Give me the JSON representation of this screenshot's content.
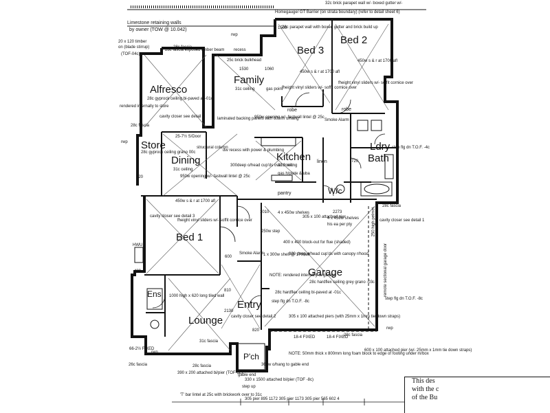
{
  "rooms": {
    "bed3": "Bed 3",
    "bed2": "Bed 2",
    "family": "Family",
    "alfresco": "Alfresco",
    "store": "Store",
    "dining": "Dining",
    "kitchen": "Kitchen",
    "ldry": "Ldry",
    "bath": "Bath",
    "wc": "W/c",
    "bed1": "Bed 1",
    "garage": "Garage",
    "ens": "Ens",
    "lounge": "Lounge",
    "entry": "Entry",
    "porch": "P'ch",
    "robe1": "robe",
    "robe2": "robe",
    "linen": "linen",
    "pantry": "pantry"
  },
  "notes": {
    "retaining": "Limestone retaining walls",
    "retaining2": "by owner (TOW @ 10.042)",
    "parapet_top": "32c brick parapet wall w/- boxed gutter w/-",
    "homegauge": "Homegauge/ GT Barrier (on strata boundary) (refer to detail sheet 6)",
    "parapet2": "28c parapet wall with boxed gutter and brick build up",
    "timber": "20 x 120 timber",
    "timber2": "on (blade stirrup)",
    "tob": "(TOF-04c)",
    "exposed": "28c fascia exposed timber beam",
    "recess": "recess",
    "bulkhead": "25c brick bulkhead",
    "family_ceiling": "31c ceiling",
    "gas_point": "gas point",
    "bed3_sill": "450w s & r at 1700 afl",
    "bed2_sill": "450w s & r at 1700 afl",
    "sliders3": "fheight vinyl sliders w/- soffit cornice over",
    "sliders2": "fheight vinyl sliders w/- soffit cornice over",
    "alfresco_ceiling": "28c gyprock ceiling bi-paved at -01c",
    "rendered_store": "rendered internally to store",
    "cavity_d4": "cavity closer see detail 4",
    "sf_door": "25-7½ S/Door",
    "backing": "laminated backing panels with 60mm o/hang",
    "opening950": "950w opening w/- fastwall lintel @ 25c",
    "smoke1": "Smoke Alarm",
    "store_ceiling": "28c gyprock ceiling grano 00c",
    "structural": "structural column",
    "dw": "dw recess with power & plumbing",
    "cupds": "300deep o/head cup'ds over fr rec",
    "dining_ceiling": "31c ceiling",
    "opening950b": "950w opening w/- fastwall lintel @ 25c",
    "kitchen_ceiling": "31c ceiling",
    "gas_hotplate": "gas h/plate & uba",
    "cavity_d3": "cavity closer see detail 3",
    "bed1_sill": "450w s & r at 1700 afl",
    "sliders1": "fheight vinyl sliders w/- soffit cornice over",
    "shelves4": "4 x 450w shelves",
    "attached_pier": "305 x 100 attached pier",
    "shelves4b": "4 x 450w shelves",
    "his_pty": "his ea per pty",
    "cavity_d1": "cavity closer see detail 1",
    "step250": "250w step",
    "blockout": "400 x 400 block-out for flue (shaded)",
    "cupds_canopy": "300 deep o/head cup'ds with canopy r/hood",
    "shelf": "1 x 300w shelf @ 1700afl",
    "rendered_garage": "NOTE: rendered internally to garage",
    "smoke2": "Smoke Alarm",
    "garage_ceiling": "28c hardflex ceiling grey grano -03c",
    "entry_ceiling": "28c hardflex ceiling bi-paved at -01c",
    "garage_door": "remote sectional garage door",
    "pelmet": "250 high pelmet",
    "tiled_wall": "1000 high x 620 long tiled wall",
    "cavity_d2": "cavity closer see detail 2",
    "piers": "305 x 100 attached piers (with 25mm x 1mm tie down straps)",
    "step_fig": "step flg dn T.O.F. -8c",
    "step_fig2": "step flg dn T.O.F. -4c",
    "step_fig3": "step flg dn T.O.F. -8c",
    "fixed1": "18-4 FIXED",
    "fixed2": "18-4 FIXED",
    "lounge_fascia": "31c fascia",
    "attached_pier2": "600 x 100 attached pier (w/- 25mm x 1mm tie down straps)",
    "slab_note": "NOTE: 50mm thick x 800mm long foam block to edge of footing under m/box",
    "overhang": "300w o/hang to gable end",
    "bi_pier": "390 x 200 attached bi/pier (TOF-8c)",
    "bi_pier2": "330 x 1500 attached bi/pier (TOF -8c)",
    "lintel": "'T' bar lintel at 25c with brickwork over to 31c",
    "gable": "gable end",
    "fixed3": "66-2½ FIXED",
    "hwu": "HWU",
    "step_up": "step up",
    "rwp": "rwp",
    "fascia": "28c fascia",
    "fascia2": "26c fascia",
    "dim_1530": "1530",
    "dim_1060": "1060",
    "dim_2273": "2273",
    "dim_2130": "2130",
    "dim_820": "820",
    "dim_720": "720",
    "dim_600": "600",
    "dim_480": "480",
    "dim_1010": "1010",
    "dim_810": "810",
    "dim_1500": "1500",
    "sheet_note_1": "This des",
    "sheet_note_2": "with the c",
    "sheet_note_3": "of the Bu",
    "bottom_dims": "305 pier   895  1172   305 pier  1173   305 pier  565 602 4"
  }
}
